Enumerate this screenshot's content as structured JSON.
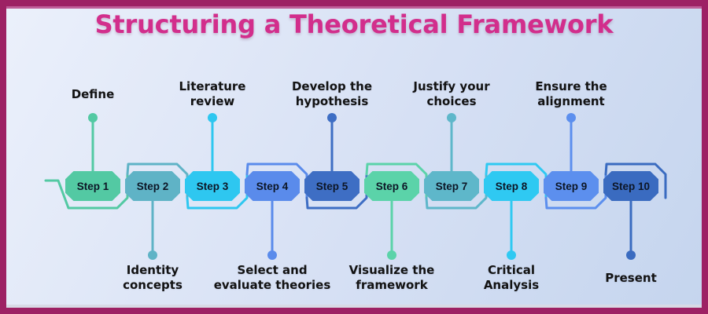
{
  "title": "Structuring a Theoretical Framework",
  "theme": {
    "border_color": "#9d2164",
    "top_inner_line_color": "#bf5f99",
    "bottom_strip_color": "#d8dae5",
    "title_color": "#d22e8c",
    "label_text_color": "#131313",
    "badge_text_color": "#0d1626",
    "bg_gradient_start": "#ebf0fb",
    "bg_gradient_mid": "#d6e0f4",
    "bg_gradient_end": "#c5d5ee"
  },
  "steps": [
    {
      "badge": "Step 1",
      "label": "Define",
      "side": "top",
      "color": "#53c9a3"
    },
    {
      "badge": "Step 2",
      "label": "Identity\nconcepts",
      "side": "bottom",
      "color": "#5fb3c6"
    },
    {
      "badge": "Step 3",
      "label": "Literature\nreview",
      "side": "top",
      "color": "#2ec7f0"
    },
    {
      "badge": "Step 4",
      "label": "Select and\nevaluate theories",
      "side": "bottom",
      "color": "#5a8beb"
    },
    {
      "badge": "Step 5",
      "label": "Develop the\nhypothesis",
      "side": "top",
      "color": "#3e6ec4"
    },
    {
      "badge": "Step 6",
      "label": "Visualize the\nframework",
      "side": "bottom",
      "color": "#5bd3a9"
    },
    {
      "badge": "Step 7",
      "label": "Justify your\nchoices",
      "side": "top",
      "color": "#5eb7ca"
    },
    {
      "badge": "Step 8",
      "label": "Critical\nAnalysis",
      "side": "bottom",
      "color": "#2fc9f2"
    },
    {
      "badge": "Step 9",
      "label": "Ensure the\nalignment",
      "side": "top",
      "color": "#5c8fee"
    },
    {
      "badge": "Step 10",
      "label": "Present",
      "side": "bottom",
      "color": "#3a6bc0"
    }
  ]
}
